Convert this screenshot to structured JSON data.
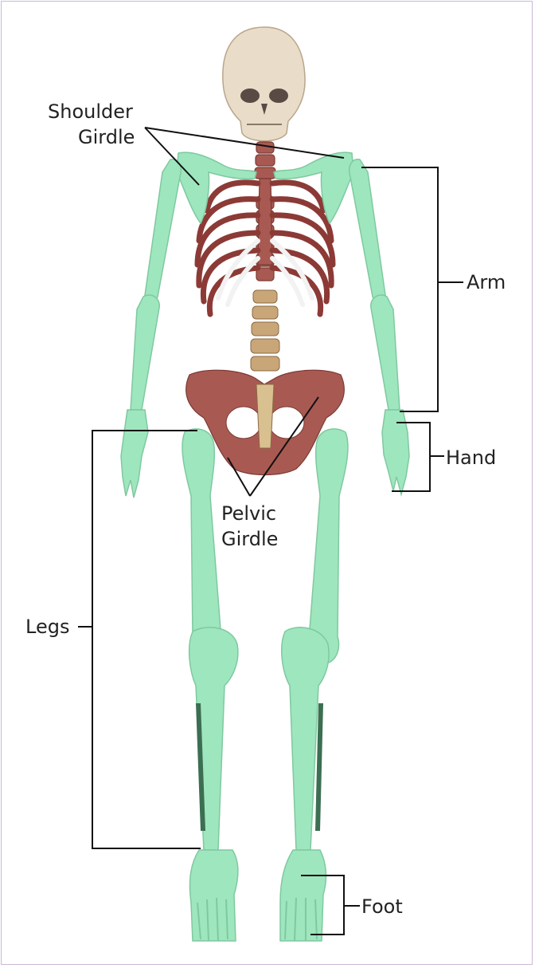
{
  "labels": {
    "shoulder_girdle_line1": "Shoulder",
    "shoulder_girdle_line2": "Girdle",
    "arm": "Arm",
    "hand": "Hand",
    "pelvic_girdle_line1": "Pelvic",
    "pelvic_girdle_line2": "Girdle",
    "legs": "Legs",
    "foot": "Foot"
  },
  "colors": {
    "appendicular": "#9ee6be",
    "axial": "#a85a52",
    "skull": "#e9dcc9",
    "frame_border": "#c9b8d6",
    "leader_lines": "#111111"
  }
}
